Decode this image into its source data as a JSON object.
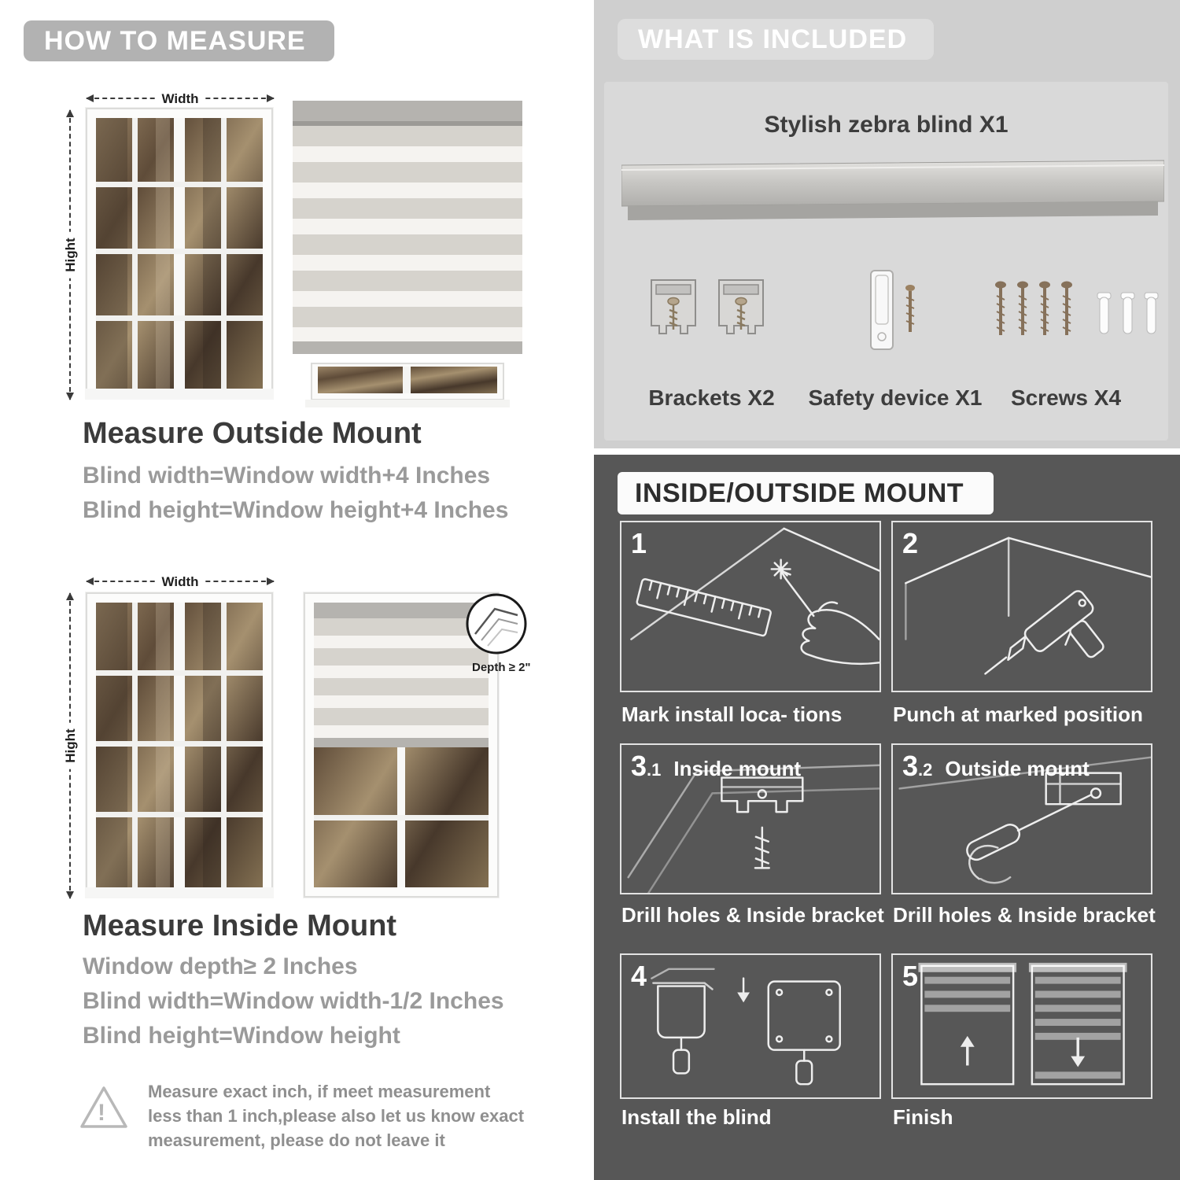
{
  "left": {
    "header": "HOW TO MEASURE",
    "outside": {
      "width_label": "Width",
      "height_label": "Hight",
      "heading": "Measure Outside Mount",
      "lines": {
        "0": "Blind width=Window width+4 Inches",
        "1": "Blind height=Window height+4 Inches"
      }
    },
    "inside": {
      "width_label": "Width",
      "height_label": "Hight",
      "depth_label": "Depth ≥ 2\"",
      "heading": "Measure Inside Mount",
      "lines": {
        "0": "Window depth≥ 2 Inches",
        "1": "Blind width=Window width-1/2 Inches",
        "2": "Blind height=Window height"
      }
    },
    "warning": {
      "mark": "!",
      "note": "Measure exact inch, if meet measurement less than 1 inch,please also let us know exact measurement, please do not leave it"
    }
  },
  "right": {
    "included": {
      "header": "WHAT IS INCLUDED",
      "blind_label": "Stylish zebra blind X1",
      "items": [
        {
          "label": "Brackets X2"
        },
        {
          "label": "Safety device X1"
        },
        {
          "label": "Screws X4"
        }
      ]
    },
    "mount": {
      "header": "INSIDE/OUTSIDE MOUNT",
      "steps": [
        {
          "num": "1",
          "sub": "",
          "title": "",
          "caption": "Mark install loca- tions"
        },
        {
          "num": "2",
          "sub": "",
          "title": "",
          "caption": "Punch at  marked position"
        },
        {
          "num": "3",
          "sub": ".1",
          "title": "Inside mount",
          "caption": "Drill holes &  Inside bracket"
        },
        {
          "num": "3",
          "sub": ".2",
          "title": "Outside mount",
          "caption": "Drill holes &  Inside bracket"
        },
        {
          "num": "4",
          "sub": "",
          "title": "",
          "caption": "Install the blind"
        },
        {
          "num": "5",
          "sub": "",
          "title": "",
          "caption": "Finish"
        }
      ]
    }
  }
}
